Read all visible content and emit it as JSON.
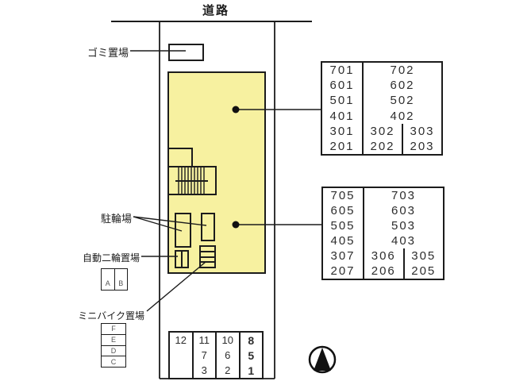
{
  "labels": {
    "road": "道路",
    "garbage": "ゴミ置場",
    "bicycle_parking": "駐輪場",
    "motorcycle_parking": "自動二輪置場",
    "minibike_parking": "ミニバイク置場"
  },
  "upper_units": {
    "left": [
      "701",
      "601",
      "501",
      "401",
      "301",
      "201"
    ],
    "span": [
      "702",
      "602",
      "502",
      "402"
    ],
    "bottom": [
      "302",
      "303",
      "202",
      "203"
    ]
  },
  "lower_units": {
    "left": [
      "705",
      "605",
      "505",
      "405",
      "307",
      "207"
    ],
    "span": [
      "703",
      "603",
      "503",
      "403"
    ],
    "bottom": [
      "306",
      "305",
      "206",
      "205"
    ]
  },
  "parking": {
    "col1": [
      "12"
    ],
    "col2": [
      "11",
      "7",
      "3"
    ],
    "col3": [
      "10",
      "6",
      "2"
    ],
    "col4": [
      "8",
      "5",
      "1"
    ]
  },
  "moto_slots": [
    "A",
    "B"
  ],
  "minibike_slots": [
    "F",
    "E",
    "D",
    "C"
  ],
  "colors": {
    "building_fill": "#f7f1a0",
    "line": "#1c1c1c"
  }
}
